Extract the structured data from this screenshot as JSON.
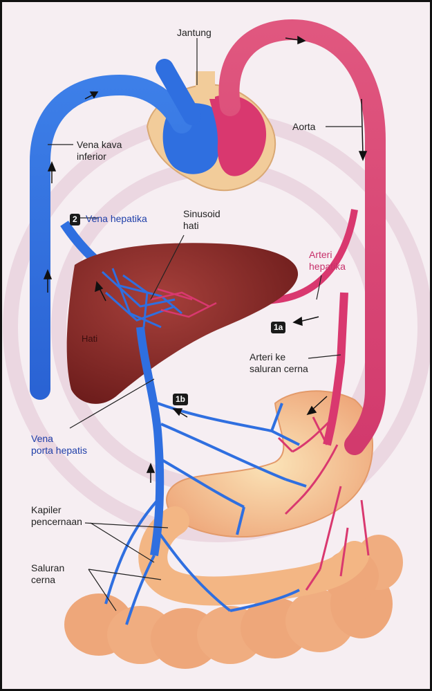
{
  "labels": {
    "jantung": "Jantung",
    "aorta": "Aorta",
    "vena_kava_1": "Vena kava",
    "vena_kava_2": "inferior",
    "vena_hepatika": "Vena hepatika",
    "sinusoid_1": "Sinusoid",
    "sinusoid_2": "hati",
    "arteri_hepatika_1": "Arteri",
    "arteri_hepatika_2": "hepatika",
    "hati": "Hati",
    "arteri_ke_1": "Arteri ke",
    "arteri_ke_2": "saluran cerna",
    "vena_porta_1": "Vena",
    "vena_porta_2": "porta hepatis",
    "kapiler_1": "Kapiler",
    "kapiler_2": "pencernaan",
    "saluran_1": "Saluran",
    "saluran_2": "cerna"
  },
  "badges": {
    "b2": "2",
    "b1a": "1a",
    "b1b": "1b"
  },
  "colors": {
    "vein": "#2f6fe0",
    "artery": "#d9386f",
    "liver": "#8e2a26",
    "gut": "#f2b98a"
  }
}
